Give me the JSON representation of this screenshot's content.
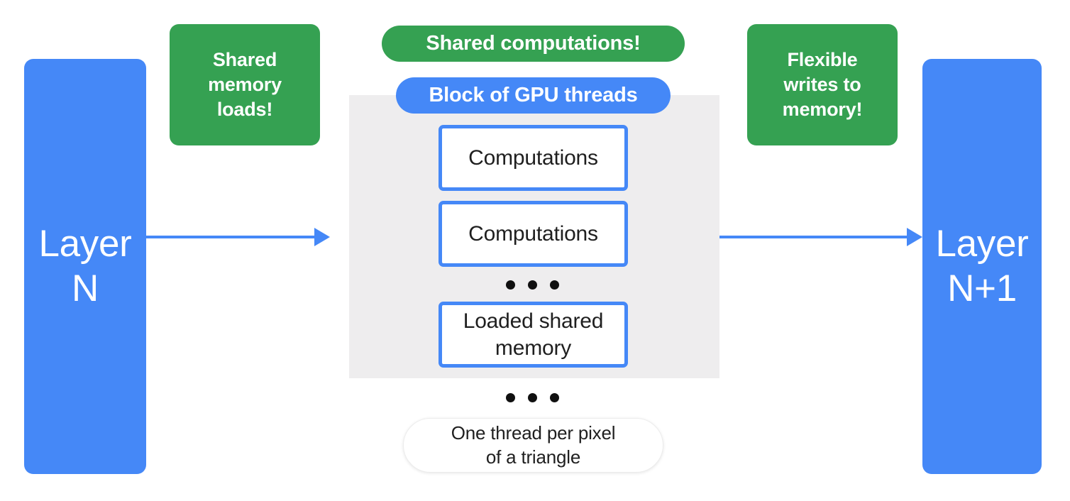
{
  "diagram": {
    "title": "GPU block shared-memory dataflow diagram",
    "colors": {
      "blue": "#4588f7",
      "green": "#35a152",
      "gray_block": "#eeedee",
      "text_dark": "#1f1f1f",
      "white": "#ffffff"
    },
    "left_layer": {
      "label": "Layer\nN"
    },
    "right_layer": {
      "label": "Layer\nN+1"
    },
    "callouts": {
      "shared_memory_loads": "Shared\nmemory\nloads!",
      "shared_computations": "Shared computations!",
      "flexible_writes": "Flexible\nwrites to\nmemory!"
    },
    "block": {
      "pill_label": "Block of GPU threads",
      "thread_boxes": [
        {
          "label": "Computations"
        },
        {
          "label": "Computations"
        },
        {
          "label": "Loaded shared\nmemory"
        }
      ],
      "inner_ellipsis": "• • •"
    },
    "outer_ellipsis": "• • •",
    "bottom_callout": {
      "label": "One thread per pixel\nof a triangle"
    },
    "arrows": [
      {
        "name": "layer-n-to-block",
        "direction": "right"
      },
      {
        "name": "block-to-layer-n1",
        "direction": "right"
      }
    ]
  }
}
